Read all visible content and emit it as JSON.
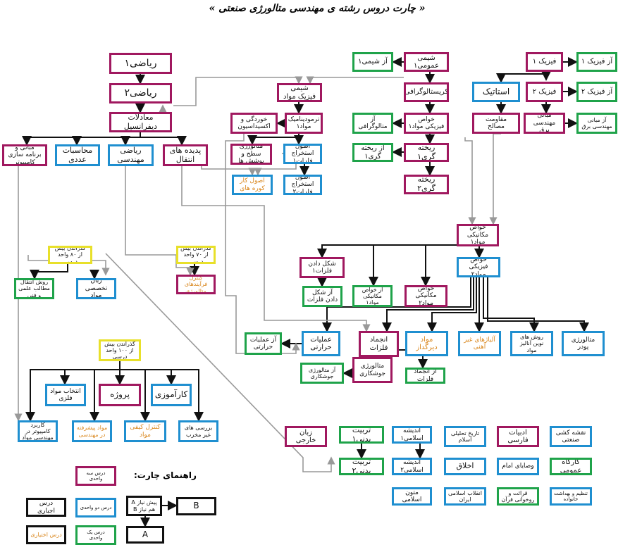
{
  "title": "« چارت دروس رشته ی مهندسی متالورژی صنعتی »",
  "courses": {
    "riazi1": "ریاضی۱",
    "riazi2": "ریاضی۲",
    "moadelat": "معادلات دیفرانسیل",
    "mabani_barname": "مبانی و برنامه سازی کامپیوتر",
    "mohasebat": "محاسبات عددی",
    "riazi_mohandesi": "ریاضی مهندسی",
    "padide": "پدیده های انتقال",
    "shimi_fizik": "شیمی فیزیک مواد",
    "termo": "ترمودینامیک مواد۱",
    "khordegi": "خوردگی و اکسیداسیون",
    "metallurgy_sath": "متالورژی سطح و پوشش ها",
    "estekhraj1": "اصول استخراج فلزات۱",
    "estekhraj2": "اصول استخراج فلزات۲",
    "tarrahi": "طراحی و اصول کار کوره های صنعتی",
    "shimi_omoomi": "شیمی عمومی۱",
    "az_shimi": "آز شیمی۱",
    "kristallografi": "کریستالوگرافی",
    "khavas_fiziki1": "خواص فیزیکی مواد۱",
    "az_metallografi": "آز متالوگرافی",
    "rikhtegari1": "ریخته گری۱",
    "az_rikhtegari": "آز ریخته گری۱",
    "rikhtegari2": "ریخته گری۲",
    "fizik1": "فیزیک ۱",
    "az_fizik1": "آز فیزیک ۱",
    "estatik": "استاتیک",
    "fizik2": "فیزیک ۲",
    "az_fizik2": "آز فیزیک ۲",
    "moghavemat": "مقاومت مصالح",
    "mabani_bargh": "مبانی مهندسی برق",
    "az_mabani_bargh": "آز مبانی مهندسی برق",
    "khavas_mekaniki1": "خواص مکانیکی مواد۱",
    "khavas_fiziki2": "خواص فیزیکی مواد۲",
    "shekl_dadan": "شکل دادن فلزات۱",
    "az_shekl": "آز شکل دادن فلزات",
    "az_khavas_mekaniki": "آز خواص مکانیکی مواد۱",
    "khavas_mekaniki2": "خواص مکانیکی مواد۲",
    "amaliat": "عملیات حرارتی",
    "az_amaliat": "آز عملیات حرارتی",
    "enjemad": "انجماد فلزات",
    "mavad_dirgodaz": "مواد دیرگداز",
    "aliazhaye": "آلیاژهای غیر آهنی",
    "raveshha": "روش های نوین آنالیز مواد",
    "pudr": "متالورژی پودر",
    "metallurgy_joosh": "متالورژی جوشکاری",
    "az_joosh": "آز متالورژی جوشکاری",
    "az_enjemad": "آز انجماد فلزات",
    "gozarandan80": "گذراندن بیش از ۸۰ واحد درسی",
    "gozarandan70": "گذراندن بیش از ۷۰ واحد درسی",
    "gozarandan100": "گذراندن بیش از ۱۰۰ واحد درسی",
    "ravesh_enteghal": "روش انتقال مطالب علمی و فنی",
    "zaban_takhassosi": "زبان تخصصی مواد",
    "kontrol_farayand": "کنترل فرآیندهای متالورژی",
    "entekhab": "انتخاب مواد فلزی",
    "project": "پروژه",
    "karamoozi": "کارآموزی",
    "karbord": "کاربرد کامپیوتر در مهندسی مواد",
    "mavad_pishrafte": "مواد پیشرفته در مهندسی",
    "kontrol_keyfi": "کنترل کیفی مواد",
    "barresi": "بررسی های غیر مخرب",
    "zaban_khareji": "زبان خارجی",
    "tarbiat1": "تربیت بدنی۱",
    "tarbiat2": "تربیت بدنی۲",
    "andishe1": "اندیشه اسلامی۱",
    "andishe2": "اندیشه اسلامی۲",
    "tarikh": "تاریخ تحلیلی اسلام",
    "akhlagh": "اخلاق",
    "adabiat": "ادبیات فارسی",
    "vasaya": "وصایای امام",
    "naghshe": "نقشه کشی صنعتی",
    "kargah": "کارگاه عمومی",
    "motoon": "متون اسلامی",
    "enghelab": "انقلاب اسلامی ایران",
    "gharaat": "قرائت و روخوانی قرآن",
    "tanzim": "تنظیم و بهداشت خانواده"
  },
  "legend": {
    "title": "راهنمای چارت:",
    "three_unit": "درس سه واحدی",
    "two_unit": "درس دو واحدی",
    "one_unit": "درس یک واحدی",
    "required": "درس اجباری",
    "optional": "درس اختیاری",
    "prereq": "پیش نیاز A",
    "coreq": "هم نیاز B",
    "node_a": "A",
    "node_b": "B"
  },
  "colors": {
    "three_unit": "#a0185f",
    "two_unit": "#1f8fd0",
    "one_unit": "#1fa34a",
    "condition": "#e8e02a",
    "optional_text": "#d9861c"
  }
}
